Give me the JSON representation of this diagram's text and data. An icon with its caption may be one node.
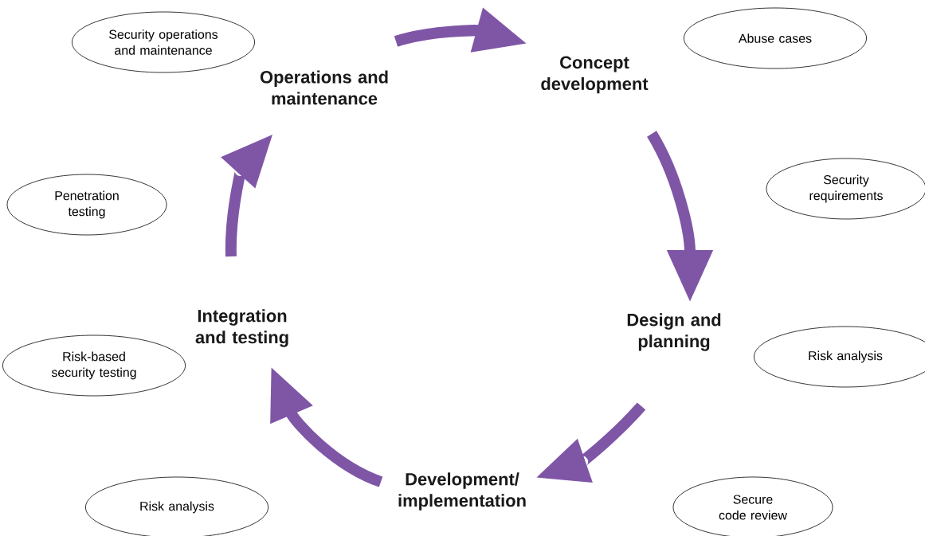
{
  "diagram": {
    "nodes": [
      {
        "text": [
          "Security operations and maintenance"
        ]
      },
      {
        "text": [
          "Operations and maintenance"
        ]
      },
      {
        "text": [
          "Concept development"
        ]
      },
      {
        "text": [
          "Abuse cases"
        ]
      },
      {
        "text": [
          "Security requirements"
        ]
      },
      {
        "text": [
          "Penetration testing"
        ]
      },
      {
        "text": [
          "Integration and testing"
        ]
      },
      {
        "text": [
          "Design and planning"
        ]
      },
      {
        "text": [
          "Risk analysis"
        ]
      },
      {
        "text": [
          "Risk-based security testing"
        ]
      },
      {
        "text": [
          "Development/ implementation"
        ]
      },
      {
        "text": [
          "Risk analysis"
        ]
      },
      {
        "text": [
          "Secure code review"
        ]
      }
    ],
    "edges": [
      {
        "from": 1,
        "to": 2,
        "arrow": "to"
      },
      {
        "from": 2,
        "to": 7,
        "arrow": "to"
      },
      {
        "from": 7,
        "to": 10,
        "arrow": "to"
      },
      {
        "from": 10,
        "to": 6,
        "arrow": "to"
      },
      {
        "from": 6,
        "to": 1,
        "arrow": "to"
      }
    ]
  }
}
